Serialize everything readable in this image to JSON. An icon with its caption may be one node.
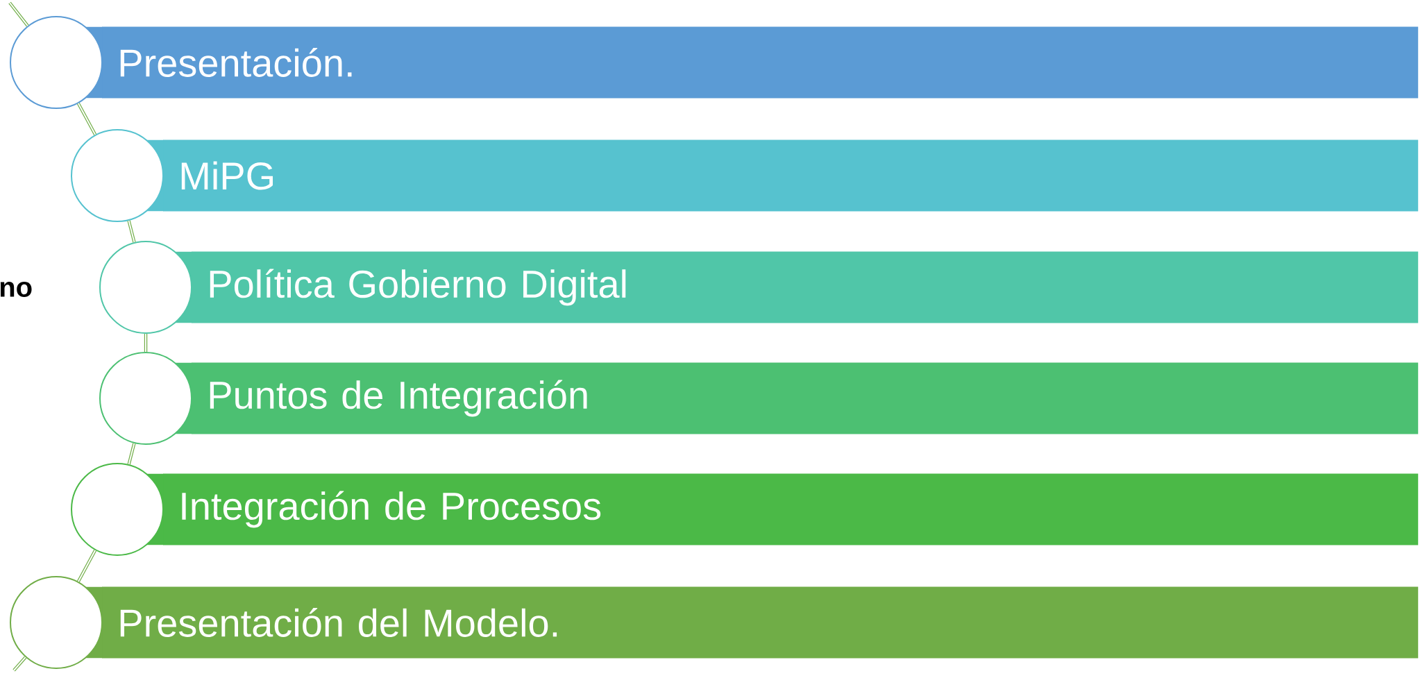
{
  "diagram": {
    "nodes": [
      {
        "text": [
          "Presentación."
        ]
      },
      {
        "text": [
          "MiPG"
        ]
      },
      {
        "text": [
          "Política Gobierno Digital"
        ]
      },
      {
        "text": [
          "Puntos de Integración"
        ]
      },
      {
        "text": [
          "Integración de Procesos"
        ]
      },
      {
        "text": [
          "Presentación del Modelo."
        ]
      },
      {
        "text": [],
        "shape": "circle"
      },
      {
        "text": [],
        "shape": "circle"
      },
      {
        "text": [],
        "shape": "circle"
      },
      {
        "text": [],
        "shape": "circle"
      },
      {
        "text": [],
        "shape": "circle"
      },
      {
        "text": [],
        "shape": "circle"
      }
    ],
    "edges": [
      {
        "from": 6,
        "to": 7,
        "arrow": "none"
      },
      {
        "from": 7,
        "to": 8,
        "arrow": "none"
      },
      {
        "from": 8,
        "to": 9,
        "arrow": "none"
      },
      {
        "from": 9,
        "to": 10,
        "arrow": "none"
      },
      {
        "from": 10,
        "to": 11,
        "arrow": "none"
      }
    ],
    "labels": [
      "no"
    ]
  }
}
